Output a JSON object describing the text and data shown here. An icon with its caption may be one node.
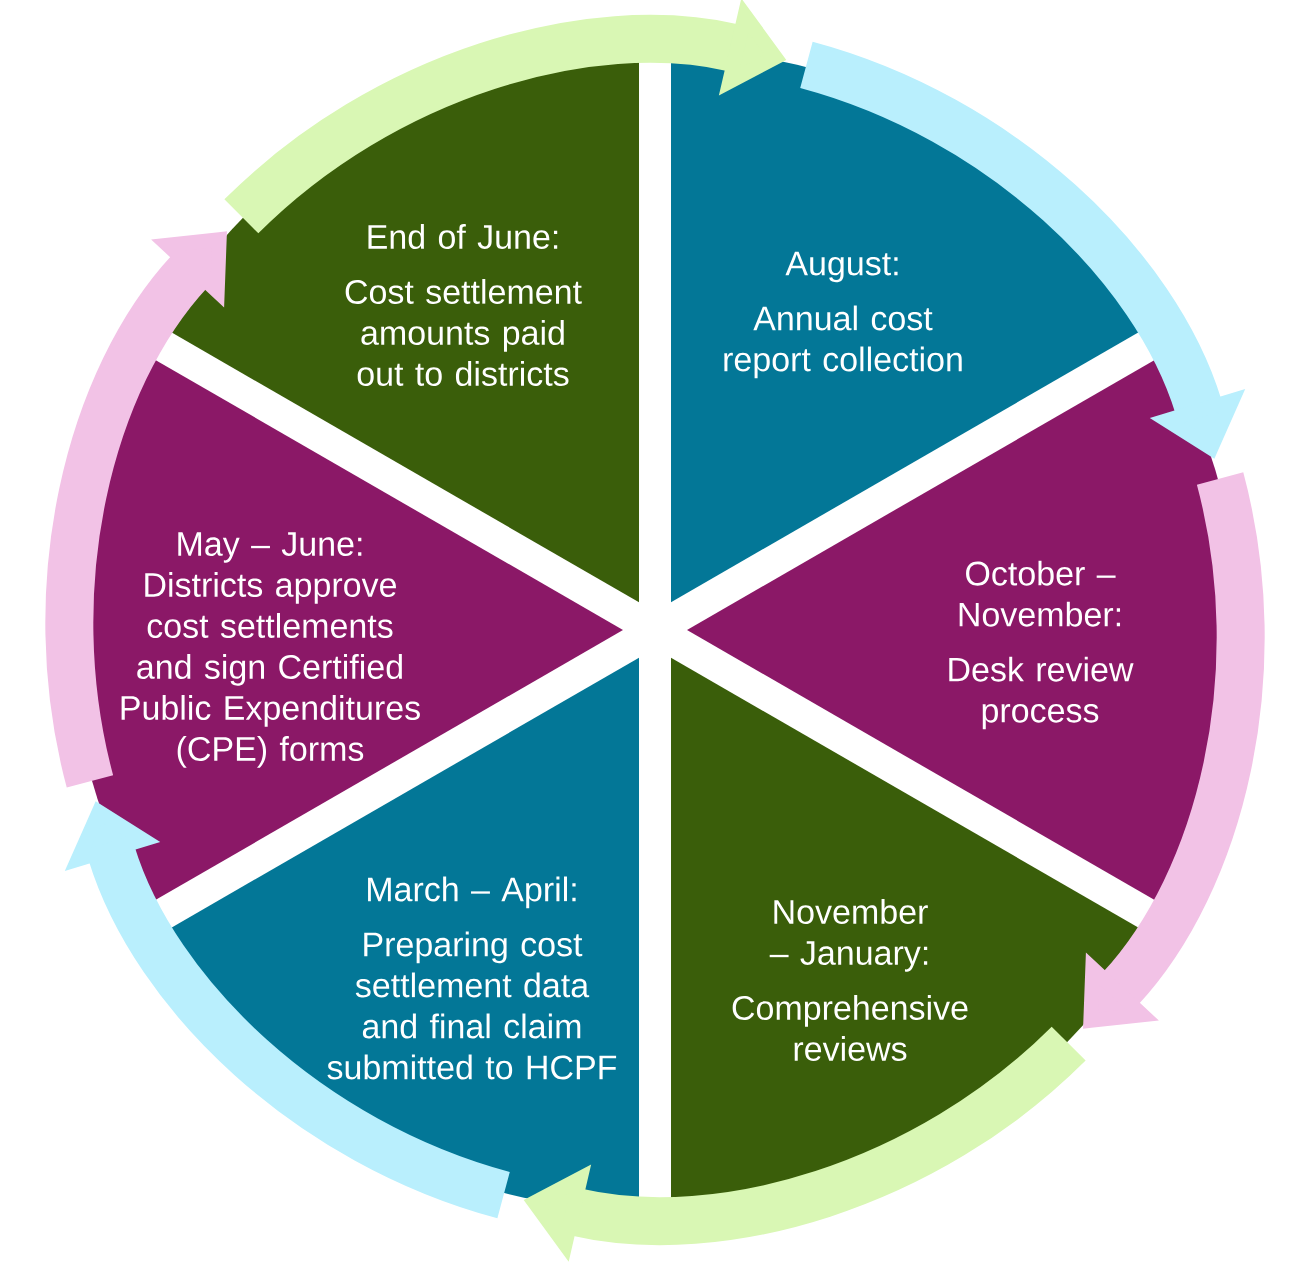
{
  "diagram": {
    "nodes": [
      {
        "text": [
          "End of June:",
          "Cost settlement amounts paid out to districts"
        ]
      },
      {
        "text": [
          "August:",
          "Annual cost report collection"
        ]
      },
      {
        "text": [
          "May – June:",
          "Districts approve cost settlements and sign Certified Public Expenditures (CPE) forms"
        ]
      },
      {
        "text": [
          "October – November:",
          "Desk review process"
        ]
      },
      {
        "text": [
          "March – April:",
          "Preparing cost settlement data and final claim submitted to HCPF"
        ]
      },
      {
        "text": [
          "November – January:",
          "Comprehensive reviews"
        ]
      }
    ],
    "edges": [
      {
        "from": 1,
        "to": 3,
        "arrow": "to",
        "color": "#b9effd"
      },
      {
        "from": 3,
        "to": 5,
        "arrow": "to",
        "color": "#f2c2e6"
      },
      {
        "from": 5,
        "to": 4,
        "arrow": "to",
        "color": "#d9f7b4"
      },
      {
        "from": 4,
        "to": 2,
        "arrow": "to",
        "color": "#b9effd"
      },
      {
        "from": 2,
        "to": 0,
        "arrow": "to",
        "color": "#f2c2e6"
      },
      {
        "from": 0,
        "to": 1,
        "arrow": "to",
        "color": "#d9f7b4"
      }
    ]
  }
}
